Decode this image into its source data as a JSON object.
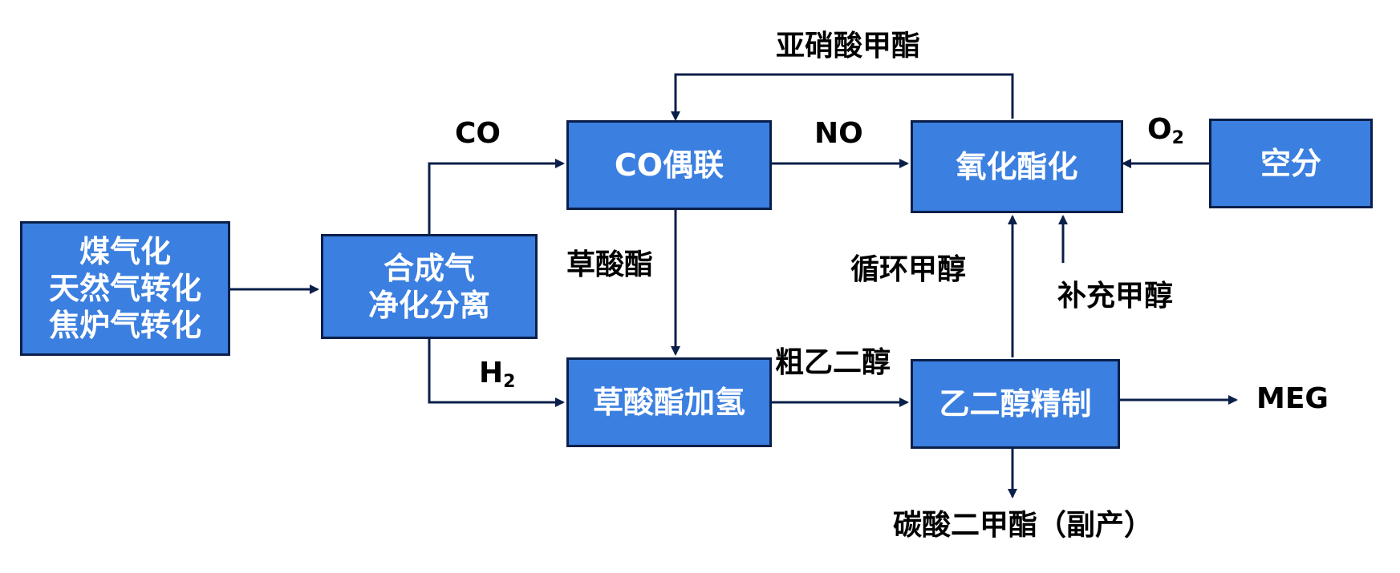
{
  "colors": {
    "box_fill": "#3b7fe0",
    "box_border": "#0b1f4a",
    "arrow": "#0b1f4a",
    "box_text": "#ffffff",
    "label_text": "#000000"
  },
  "nodes": {
    "source": {
      "lines": [
        "煤气化",
        "天然气转化",
        "焦炉气转化"
      ]
    },
    "purify": {
      "lines": [
        "合成气",
        "净化分离"
      ]
    },
    "co_coupling": {
      "label": "CO偶联"
    },
    "oxidative_esterification": {
      "label": "氧化酯化"
    },
    "air_separation": {
      "label": "空分"
    },
    "oxalate_hydrogenation": {
      "label": "草酸酯加氢"
    },
    "eg_refining": {
      "label": "乙二醇精制"
    }
  },
  "edges": {
    "co": {
      "label": "CO"
    },
    "h2": {
      "label": "H",
      "sub": "2"
    },
    "no": {
      "label": "NO"
    },
    "o2": {
      "label": "O",
      "sub": "2"
    },
    "methyl_nitrite": {
      "label": "亚硝酸甲酯"
    },
    "oxalate": {
      "label": "草酸酯"
    },
    "crude_eg": {
      "label": "粗乙二醇"
    },
    "recycle_methanol": {
      "label": "循环甲醇"
    },
    "makeup_methanol": {
      "label": "补充甲醇"
    },
    "meg": {
      "label": "MEG"
    },
    "dmc_byproduct": {
      "label": "碳酸二甲酯（副产）"
    }
  }
}
